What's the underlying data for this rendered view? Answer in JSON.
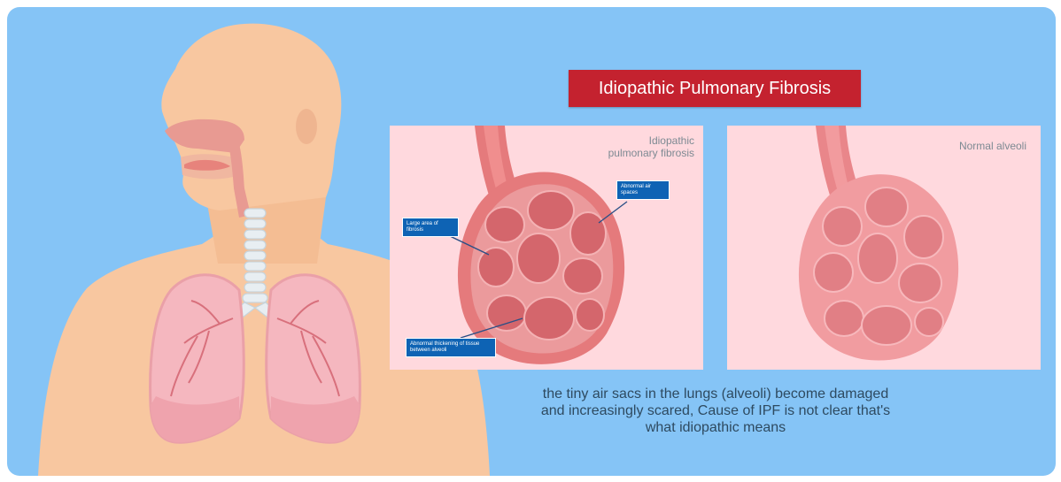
{
  "title": "Idiopathic Pulmonary Fibrosis",
  "panels": {
    "ipf": {
      "label_line1": "Idiopathic",
      "label_line2": "pulmonary fibrosis",
      "callouts": {
        "abnormal_air_spaces": "Abnormal air spaces",
        "large_area_fibrosis": "Large area of fibrosis",
        "abnormal_thickening": "Abnormal thickening of tissue between alveoli"
      }
    },
    "normal": {
      "label": "Normal alveoli"
    }
  },
  "caption": {
    "line1": "the tiny air sacs in the lungs (alveoli) become damaged",
    "line2": "and increasingly scared, Cause of IPF is not clear that's",
    "line3": "what idiopathic means"
  },
  "colors": {
    "background": "#85c4f6",
    "title_bg": "#c4222f",
    "panel_bg": "#ffd9de",
    "callout_bg": "#0e63b4",
    "skin": "#f8c7a0",
    "lung": "#f5b7bf"
  }
}
